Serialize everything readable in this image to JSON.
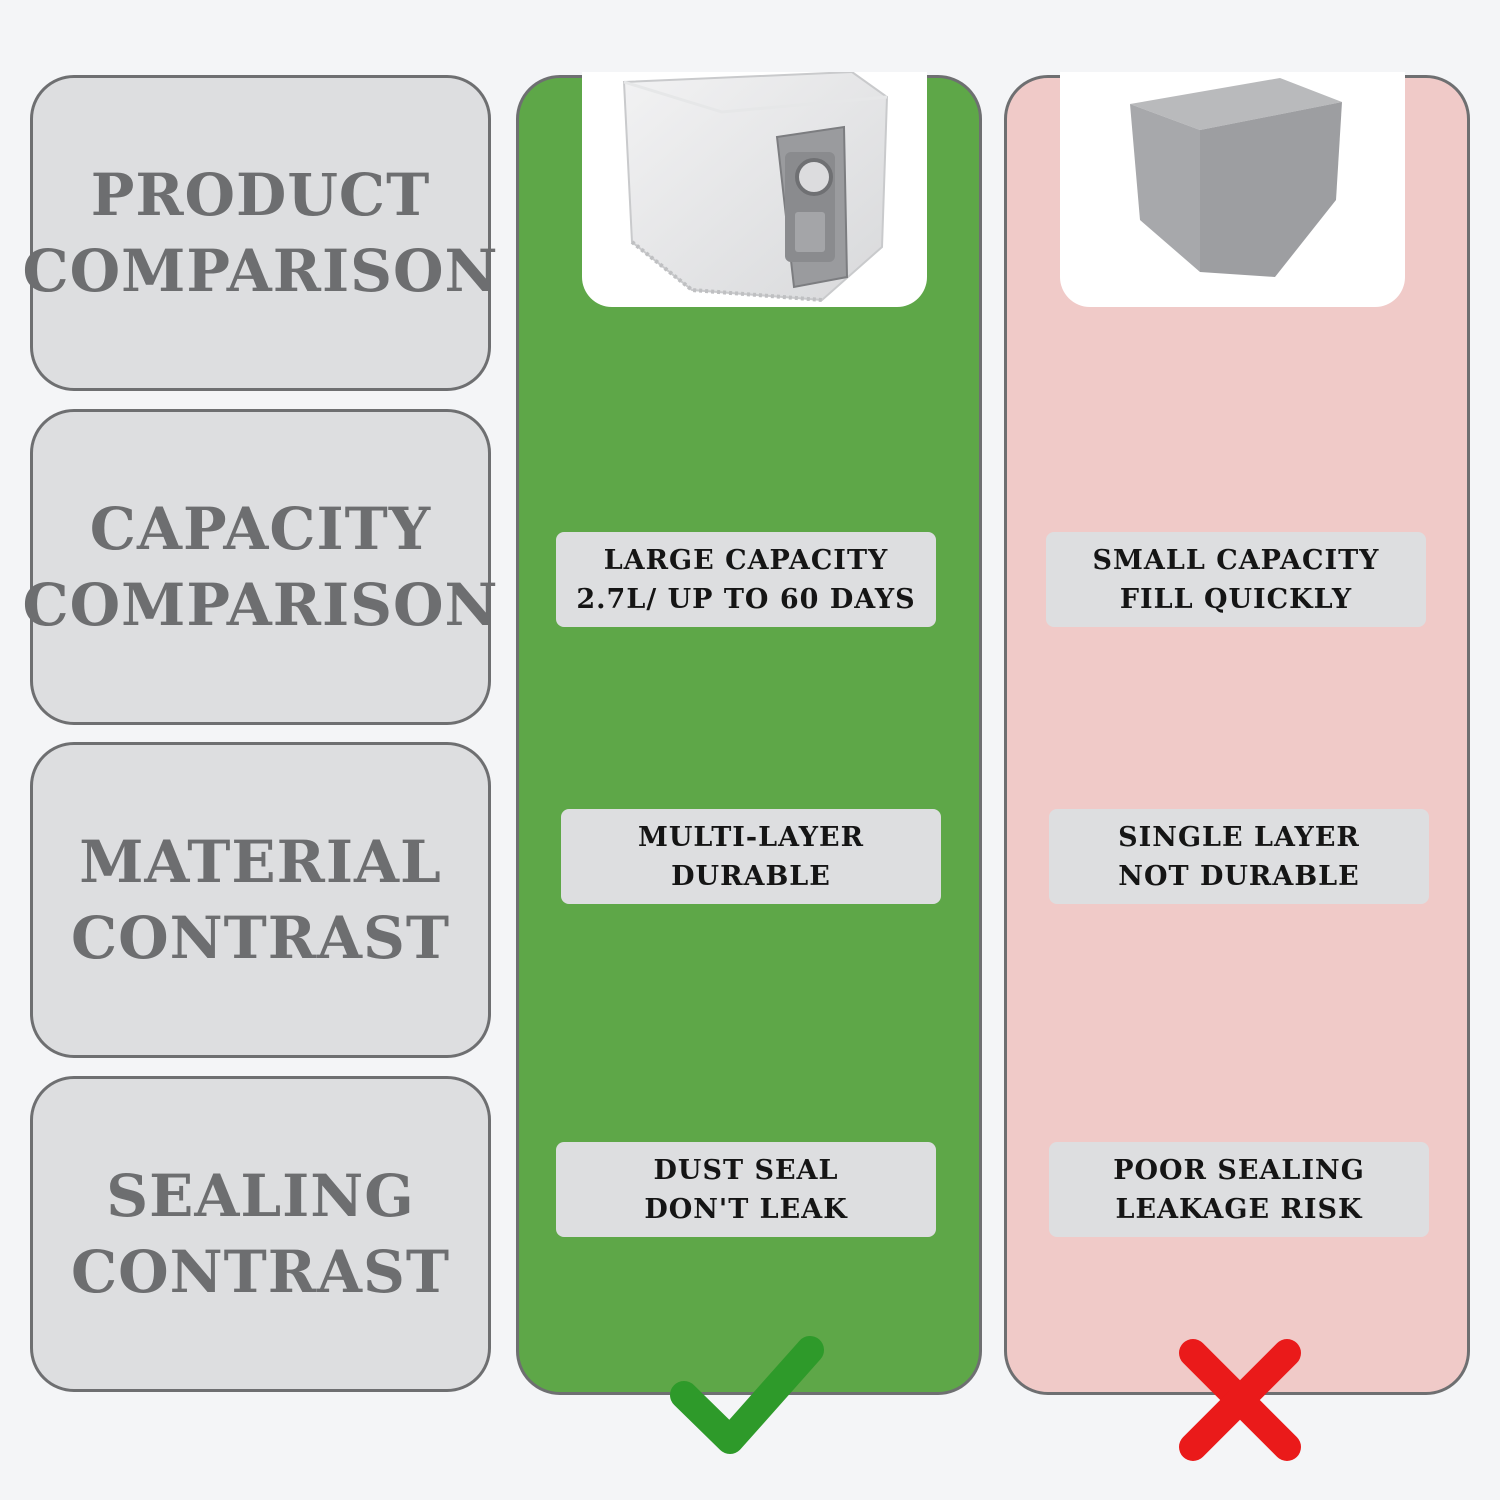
{
  "categories": [
    {
      "line1": "PRODUCT",
      "line2": "COMPARISON"
    },
    {
      "line1": "CAPACITY",
      "line2": "COMPARISON"
    },
    {
      "line1": "MATERIAL",
      "line2": "CONTRAST"
    },
    {
      "line1": "SEALING",
      "line2": "CONTRAST"
    }
  ],
  "good": {
    "color": "#5ea748",
    "image": "dust-bag-image",
    "labels": [
      {
        "line1": "LARGE CAPACITY",
        "line2": "2.7L/ UP TO 60 DAYS"
      },
      {
        "line1": "MULTI-LAYER",
        "line2": "DURABLE"
      },
      {
        "line1": "DUST SEAL",
        "line2": "DON'T LEAK"
      }
    ],
    "mark": "checkmark-icon",
    "mark_color": "#2e9a2a"
  },
  "bad": {
    "color": "#f0cac8",
    "image": "gray-box-image",
    "labels": [
      {
        "line1": "SMALL CAPACITY",
        "line2": "FILL QUICKLY"
      },
      {
        "line1": "SINGLE LAYER",
        "line2": "NOT DURABLE"
      },
      {
        "line1": "POOR SEALING",
        "line2": "LEAKAGE RISK"
      }
    ],
    "mark": "cross-icon",
    "mark_color": "#ea1a1a"
  }
}
